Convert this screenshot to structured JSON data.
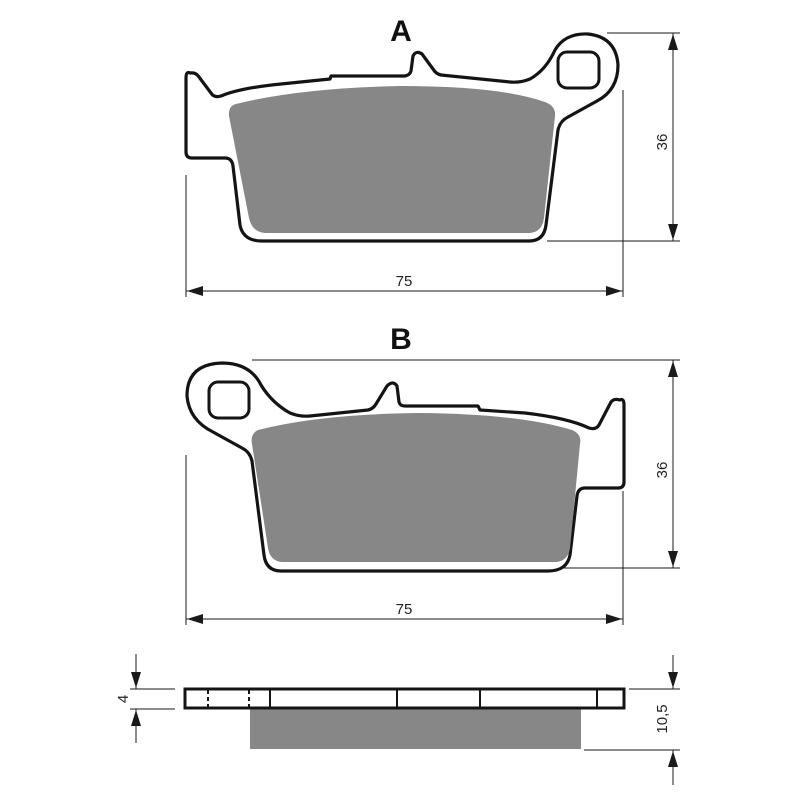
{
  "views": {
    "a": {
      "label": "A",
      "width_dim": "75",
      "height_dim": "36"
    },
    "b": {
      "label": "B",
      "width_dim": "75",
      "height_dim": "36"
    },
    "profile": {
      "backplate_thickness_dim": "4",
      "total_thickness_dim": "10,5"
    }
  },
  "colors": {
    "outline": "#141414",
    "friction_material": "#878787",
    "background": "#ffffff"
  }
}
